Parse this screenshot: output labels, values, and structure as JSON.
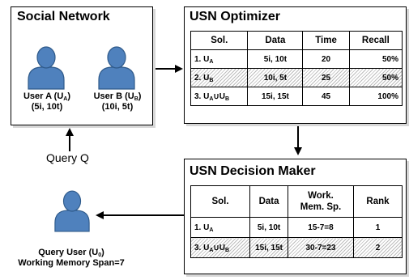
{
  "social_network": {
    "title": "Social Network",
    "user_a": {
      "name": "User A (U",
      "sub": "A",
      "close": ")",
      "stats": "(5i, 10t)"
    },
    "user_b": {
      "name": "User B (U",
      "sub": "B",
      "close": ")",
      "stats": "(10i, 5t)"
    }
  },
  "optimizer": {
    "title": "USN Optimizer",
    "headers": [
      "Sol.",
      "Data",
      "Time",
      "Recall"
    ],
    "rows": [
      {
        "sol_prefix": "1. U",
        "sub1": "A",
        "sol_mid": "",
        "sub2": "",
        "data": "5i, 10t",
        "time": "20",
        "recall": "50%",
        "hatched": false
      },
      {
        "sol_prefix": "2. U",
        "sub1": "B",
        "sol_mid": "",
        "sub2": "",
        "data": "10i, 5t",
        "time": "25",
        "recall": "50%",
        "hatched": true
      },
      {
        "sol_prefix": "3. U",
        "sub1": "A",
        "sol_mid": "∪U",
        "sub2": "B",
        "data": "15i, 15t",
        "time": "45",
        "recall": "100%",
        "hatched": false
      }
    ]
  },
  "decision_maker": {
    "title": "USN Decision Maker",
    "headers": [
      "Sol.",
      "Data",
      "Work.",
      "Mem. Sp.",
      "Rank"
    ],
    "rows": [
      {
        "sol_prefix": "1. U",
        "sub1": "A",
        "sol_mid": "",
        "sub2": "",
        "data": "5i, 10t",
        "span": "15-7=8",
        "rank": "1",
        "hatched": false
      },
      {
        "sol_prefix": "3. U",
        "sub1": "A",
        "sol_mid": "∪U",
        "sub2": "B",
        "data": "15i, 15t",
        "span": "30-7=23",
        "rank": "2",
        "hatched": true
      }
    ]
  },
  "query": {
    "label": "Query Q",
    "user_name": "Query User (U",
    "user_sub": "0",
    "user_close": ")",
    "memory_span": "Working Memory Span=7"
  },
  "colors": {
    "user_fill": "#4f81bd",
    "user_stroke": "#2f5a8a",
    "hatch": "#bdbdbd"
  }
}
